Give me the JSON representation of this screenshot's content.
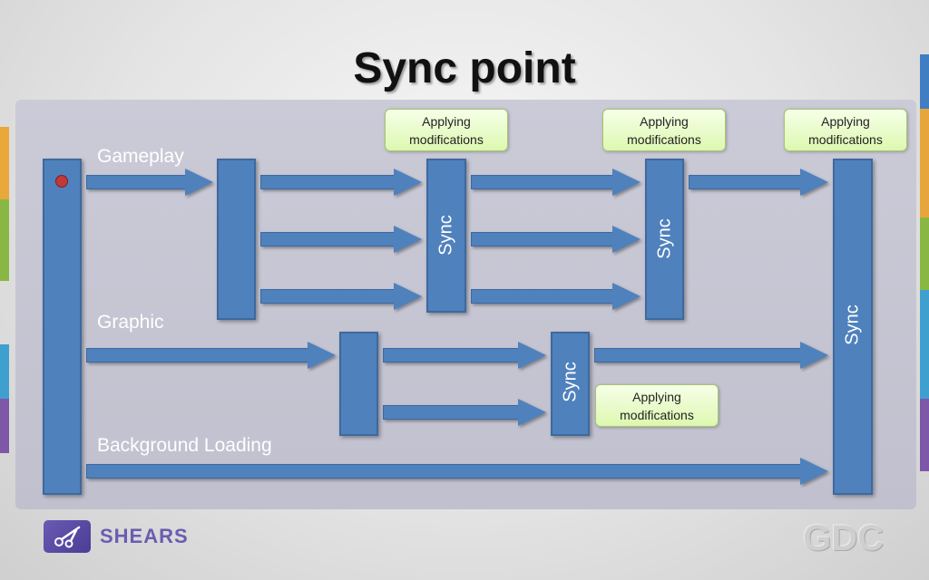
{
  "title": "Sync point",
  "track_labels": {
    "gameplay": "Gameplay",
    "graphic": "Graphic",
    "background_loading": "Background Loading"
  },
  "sync_labels": [
    "Sync",
    "Sync",
    "Sync",
    "Sync"
  ],
  "callouts": {
    "c1": "Applying\nmodifications",
    "c2": "Applying\nmodifications",
    "c3": "Applying\nmodifications",
    "c4": "Applying\nmodifications"
  },
  "branding": {
    "left_logo": "SHEARS",
    "right_logo": "GDC"
  },
  "colors": {
    "block": "#4f81bd",
    "callout": "#ddf8b0",
    "marker": "#c0393b"
  }
}
